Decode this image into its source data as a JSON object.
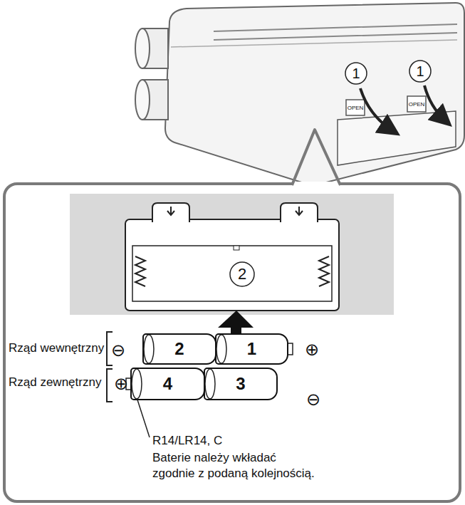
{
  "diagram": {
    "nodes": [
      {
        "text": [
          "2"
        ]
      },
      {
        "text": [
          "1"
        ]
      },
      {
        "text": [
          "4"
        ]
      },
      {
        "text": [
          "3"
        ]
      }
    ],
    "labels": [
      "1",
      "1",
      "OPEN",
      "OPEN",
      "2",
      "Rząd wewnętrzny",
      "Rząd zewnętrzny",
      "⊖",
      "⊕",
      "⊕",
      "⊖",
      "R14/LR14, C",
      "Baterie należy wkładać zgodnie z podaną kolejnością."
    ]
  }
}
